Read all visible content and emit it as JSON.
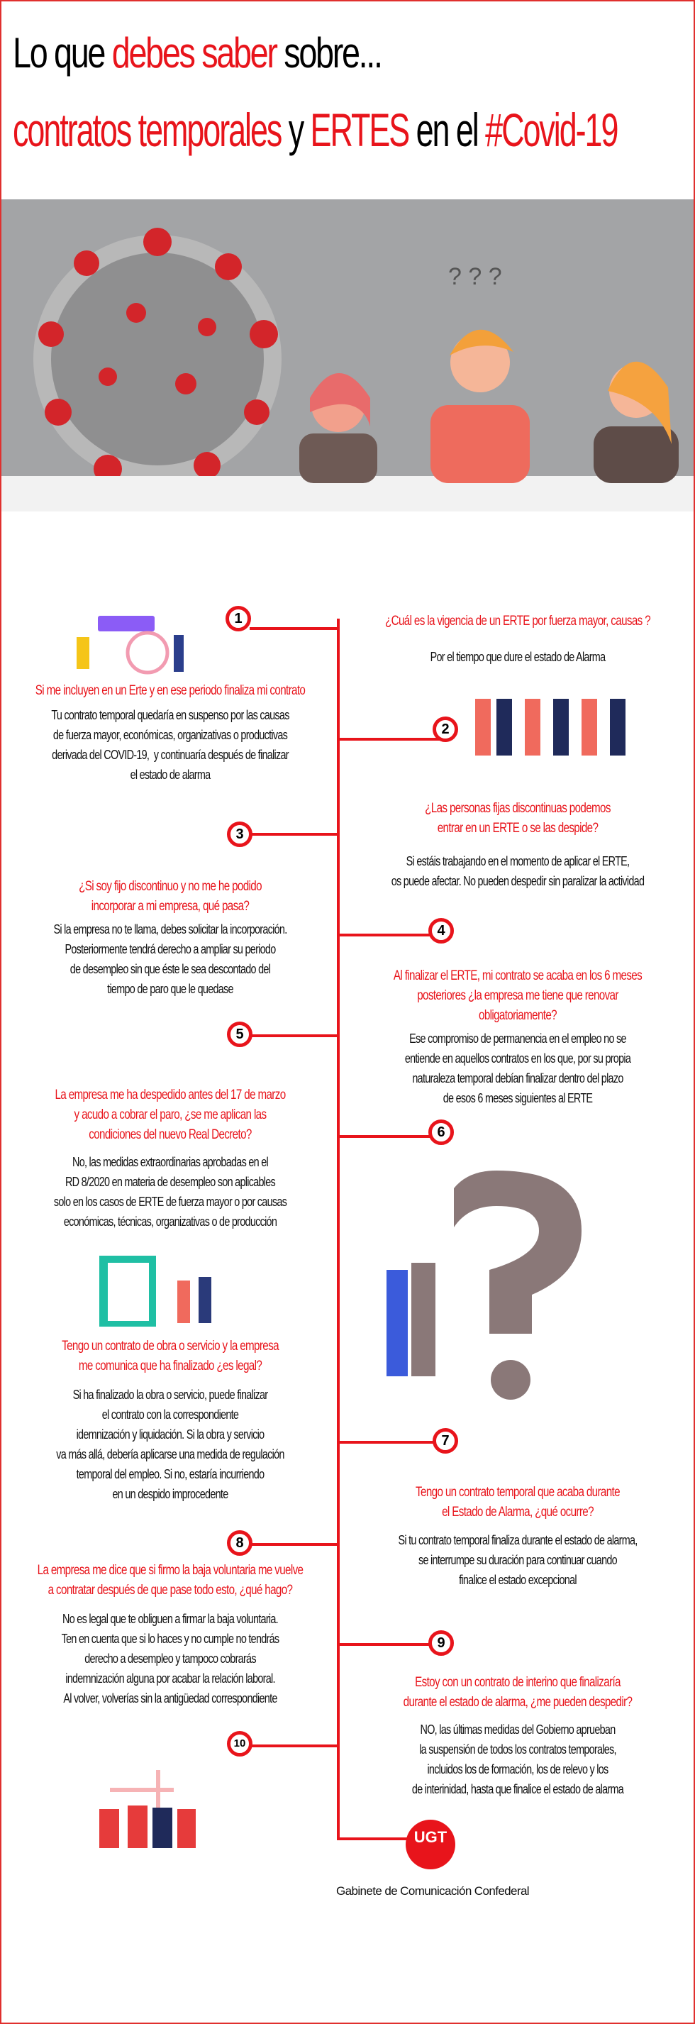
{
  "header": {
    "line1": [
      {
        "text": "Lo que ",
        "color": "black"
      },
      {
        "text": "debes saber",
        "color": "red"
      },
      {
        "text": " sobre...",
        "color": "black"
      }
    ],
    "line2": [
      {
        "text": "contratos temporales",
        "color": "red"
      },
      {
        "text": " y ",
        "color": "black"
      },
      {
        "text": "ERTES",
        "color": "red"
      },
      {
        "text": " en el ",
        "color": "black"
      },
      {
        "text": "#Covid-19",
        "color": "red"
      }
    ]
  },
  "banner": {
    "icons": [
      "coronavirus-illustration",
      "thinking-woman",
      "thinking-man-question-marks",
      "thinking-woman"
    ],
    "question_marks": "? ? ?"
  },
  "colors": {
    "accent": "#e8141b",
    "banner_bg": "#a3a4a6",
    "question_mark": "#8a7878"
  },
  "timeline": {
    "numbers": [
      "1",
      "2",
      "3",
      "4",
      "5",
      "6",
      "7",
      "8",
      "9",
      "10"
    ],
    "items": [
      {
        "question": "¿Cuál es la vigencia de un ERTE por fuerza mayor, causas ?",
        "answer": "Por el tiempo que dure el estado de Alarma"
      },
      {
        "question": "Si me incluyen en un Erte y en ese periodo finaliza mi contrato",
        "answer": "Tu contrato temporal quedaría en suspenso por las causas\nde fuerza mayor, económicas, organizativas o productivas\nderivada del COVID-19,  y continuaría después de finalizar\nel estado de alarma"
      },
      {
        "question": "¿Las personas fijas discontinuas podemos\nentrar en un ERTE o se las despide?",
        "answer": "Si estáis trabajando en el momento de aplicar el ERTE,\nos puede afectar. No pueden despedir sin paralizar la actividad"
      },
      {
        "question": "¿Si soy fijo discontinuo y no me he podido\nincorporar a mi empresa, qué pasa?",
        "answer": "Si la empresa no te llama, debes solicitar la incorporación.\nPosteriormente tendrá derecho a ampliar su periodo\nde desempleo sin que éste le sea descontado del\ntiempo de paro que le quedase"
      },
      {
        "question": "Al finalizar el ERTE, mi contrato se acaba en los 6 meses\nposteriores ¿la empresa me tiene que renovar\nobligatoriamente?",
        "answer": "Ese compromiso de permanencia en el empleo no se\nentiende en aquellos contratos en los que, por su propia\nnaturaleza temporal debían finalizar dentro del plazo\nde esos 6 meses siguientes al ERTE"
      },
      {
        "question": "La empresa me ha despedido antes del 17 de marzo\ny acudo a cobrar el paro, ¿se me aplican las\ncondiciones del nuevo Real Decreto?",
        "answer": "No, las medidas extraordinarias aprobadas en el\nRD 8/2020 en materia de desempleo son aplicables\nsolo en los casos de ERTE de fuerza mayor o por causas\neconómicas, técnicas, organizativas o de producción"
      },
      {
        "question": "Tengo un contrato de obra o servicio y la empresa\nme comunica que ha finalizado ¿es legal?",
        "answer": "Si ha finalizado la obra o servicio, puede finalizar\nel contrato con la correspondiente\nidemnización y liquidación. Si la obra y servicio\nva más allá, debería aplicarse una medida de regulación\ntemporal del empleo. Si no, estaría incurriendo\nen un despido improcedente"
      },
      {
        "question": "Tengo un contrato temporal que acaba durante\nel Estado de Alarma, ¿qué ocurre?",
        "answer": "Si tu contrato temporal finaliza durante el estado de alarma,\nse interrumpe su duración para continuar cuando\nfinalice el estado excepcional"
      },
      {
        "question": "La empresa me dice que si firmo la baja voluntaria me vuelve\na contratar después de que pase todo esto, ¿qué hago?",
        "answer": "No es legal que te obliguen a firmar la baja voluntaria.\nTen en cuenta que si lo haces y no cumple no tendrás\nderecho a desempleo y tampoco cobrarás\nindemnización alguna por acabar la relación laboral.\nAl volver, volverías sin la antigüedad correspondiente"
      },
      {
        "question": "Estoy con un contrato de interino que finalizaría\ndurante el estado de alarma, ¿me pueden despedir?",
        "answer": "NO, las últimas medidas del Gobierno aprueban\nla suspensión de todos los contratos temporales,\nincluidos los de formación, los de relevo y los\nde interinidad, hasta que finalice el estado de alarma"
      }
    ]
  },
  "footer": {
    "logo": "UGT",
    "text": "Gabinete de Comunicación Confederal"
  }
}
